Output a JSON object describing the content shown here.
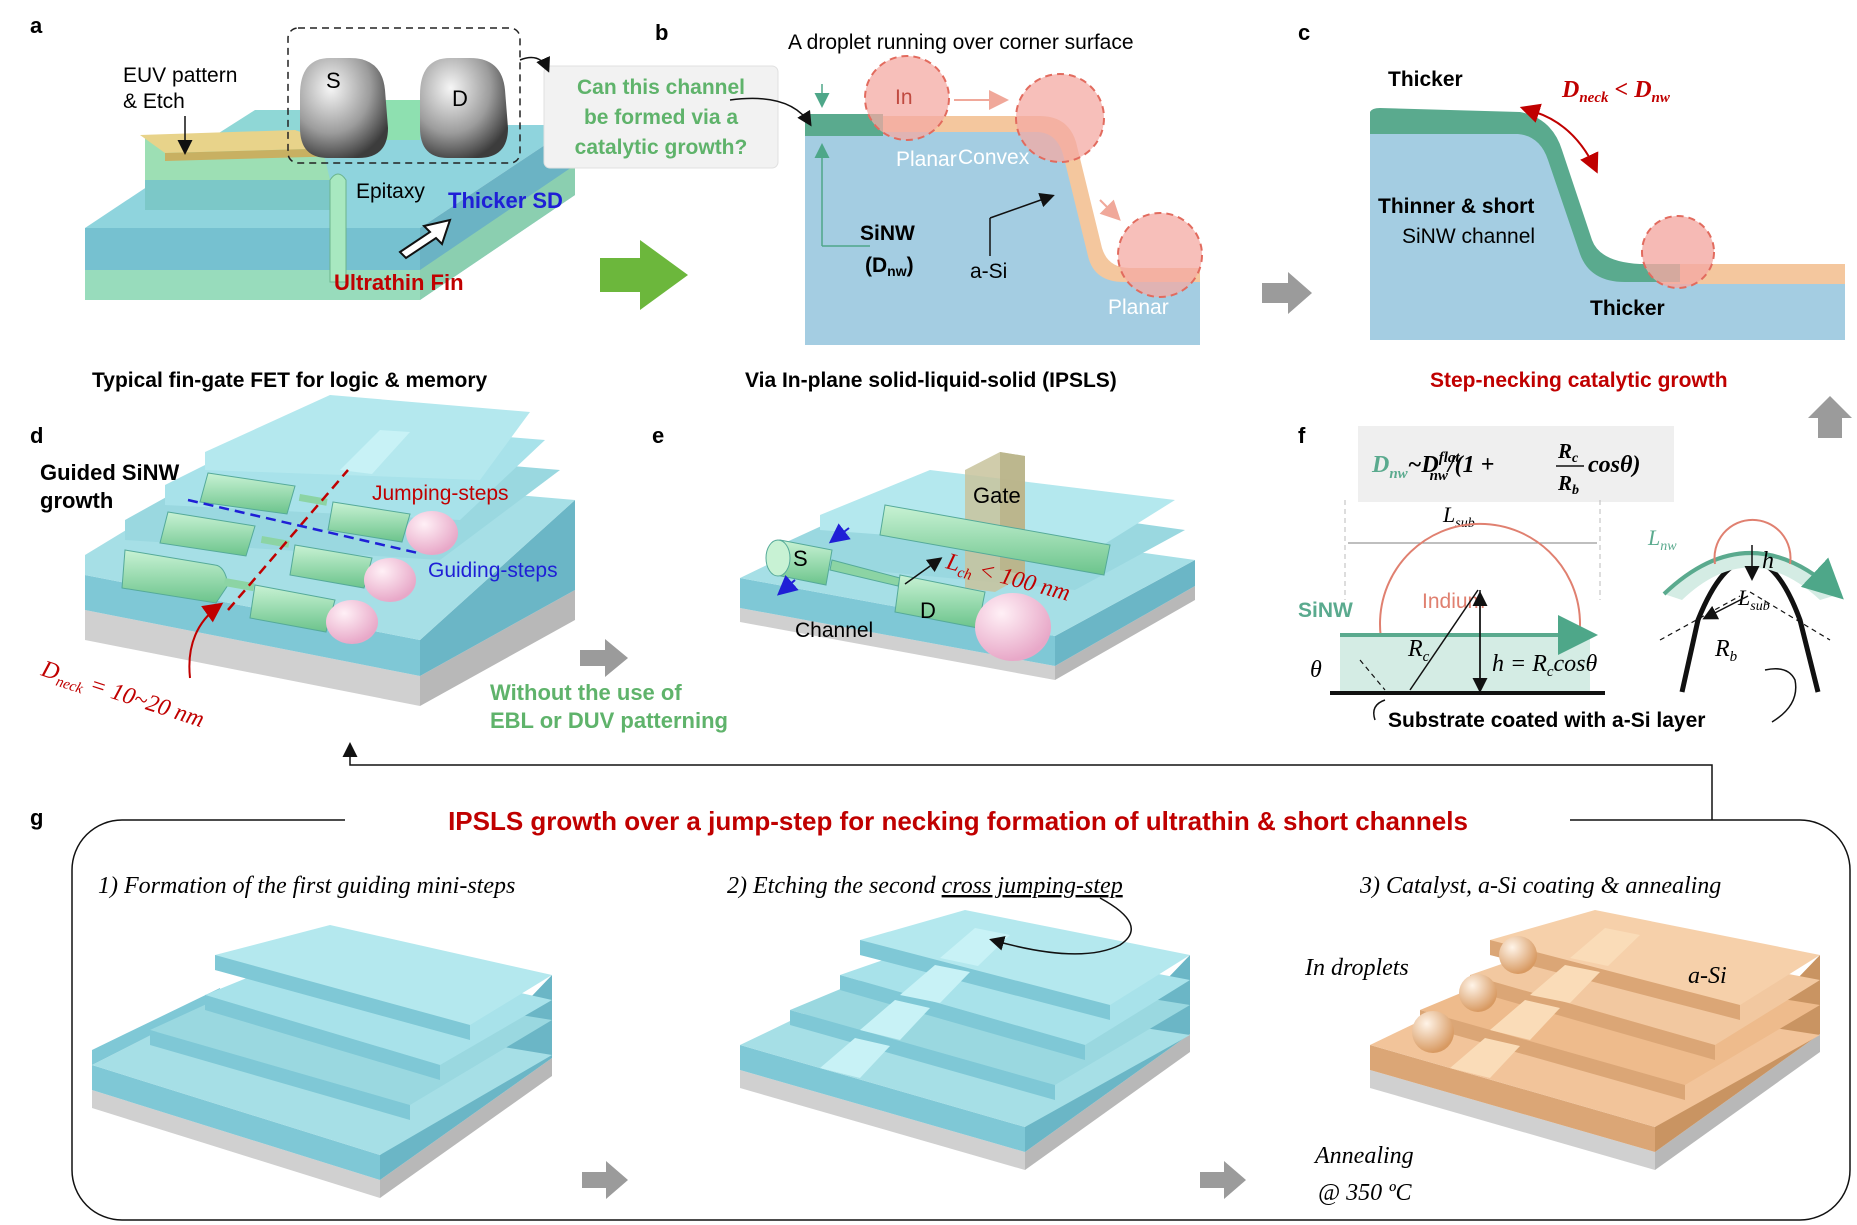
{
  "colors": {
    "red": "#c00000",
    "green": "#5fb36b",
    "blue": "#1f1fd6",
    "teal": "#5aaa8e",
    "si": "#8ec8dc",
    "asi": "#f2c49a",
    "droplet": "#f4a9a3",
    "dark": "#111111"
  },
  "a": {
    "letter": "a",
    "euv": "EUV pattern",
    "etch": "& Etch",
    "s": "S",
    "d": "D",
    "epitaxy": "Epitaxy",
    "thicker_sd": "Thicker SD",
    "ultrathin": "Ultrathin Fin",
    "caption": "Typical fin-gate FET for logic & memory"
  },
  "b": {
    "letter": "b",
    "question": [
      "Can this channel",
      "be formed via a",
      "catalytic growth?"
    ],
    "droplet_title": "A droplet running over corner surface",
    "in": "In",
    "planar1": "Planar",
    "convex": "Convex",
    "sinw": "SiNW",
    "dnw": "(D",
    "dnw_sub": "nw",
    "dnw_close": ")",
    "asi": "a-Si",
    "planar2": "Planar",
    "caption": "Via In-plane solid-liquid-solid (IPSLS)"
  },
  "c": {
    "letter": "c",
    "thicker_top": "Thicker",
    "formula_d": "D",
    "formula_neck": "neck",
    "formula_lt": " < D",
    "formula_nw": "nw",
    "thinner": "Thinner & short",
    "sinw_channel": "SiNW channel",
    "thicker_bottom": "Thicker",
    "caption": "Step-necking catalytic growth"
  },
  "d": {
    "letter": "d",
    "guided1": "Guided SiNW",
    "guided2": "growth",
    "jumping": "Jumping-steps",
    "guiding": "Guiding-steps",
    "dneck": "D",
    "dneck_sub": "neck",
    "dneck_val": " = 10~20 nm"
  },
  "e": {
    "letter": "e",
    "gate": "Gate",
    "s": "S",
    "d": "D",
    "lch": "L",
    "lch_sub": "ch",
    "lch_val": " < 100 nm",
    "channel": "Channel",
    "without1": "Without the use of",
    "without2": "EBL or DUV patterning"
  },
  "f": {
    "letter": "f",
    "formula": "D",
    "formula_sub": "nw",
    "formula_mid": "~D",
    "formula_sup": "flat",
    "formula_sub2": "nw",
    "formula_rest": "/(1 + ",
    "formula_num": "R",
    "formula_num_sub": "c",
    "formula_den": "R",
    "formula_den_sub": "b",
    "formula_end": " cosθ)",
    "lsub": "L",
    "lsub_sub": "sub",
    "indium": "Indium",
    "sinw": "SiNW",
    "theta": "θ",
    "rc": "R",
    "rc_sub": "c",
    "h_eq": "h = R",
    "h_sub": "c",
    "h_end": "cosθ",
    "substrate": "Substrate coated with a-Si layer",
    "lnw": "L",
    "lnw_sub": "nw",
    "h": "h",
    "lsub2": "L",
    "lsub2_sub": "sub",
    "rb": "R",
    "rb_sub": "b"
  },
  "g": {
    "letter": "g",
    "title": "IPSLS growth over a jump-step for necking formation of ultrathin & short channels",
    "step1": "1) Formation of the first guiding mini-steps",
    "step2_pre": "2) Etching the second ",
    "step2_ul": "cross jumping-step",
    "step3": "3) Catalyst, a-Si coating & annealing",
    "in_droplets": "In droplets",
    "asi": "a-Si",
    "annealing": "Annealing",
    "temp": "@ 350 ºC"
  }
}
